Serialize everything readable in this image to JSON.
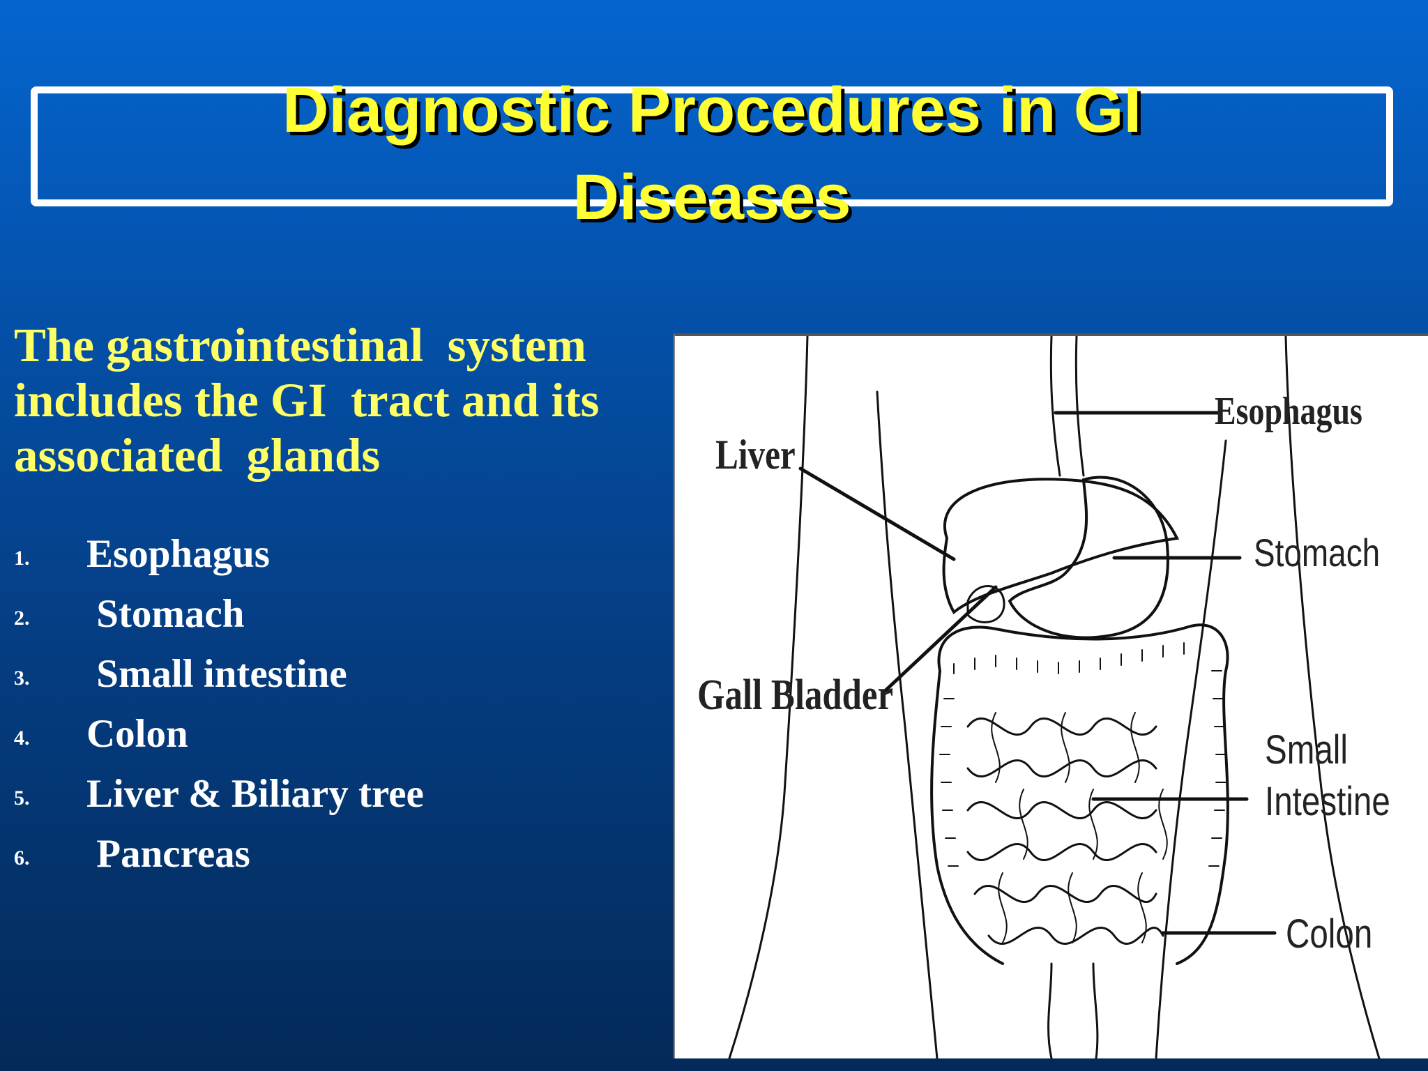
{
  "slide": {
    "title_line1": "Diagnostic Procedures in GI",
    "title_line2": "Diseases",
    "intro_line1": "The gastrointestinal  system",
    "intro_line2": "includes the GI  tract and its",
    "intro_line3": "associated  glands",
    "organs": [
      {
        "num": "1.",
        "label": "Esophagus"
      },
      {
        "num": "2.",
        "label": " Stomach"
      },
      {
        "num": "3.",
        "label": " Small intestine"
      },
      {
        "num": "4.",
        "label": "Colon"
      },
      {
        "num": "5.",
        "label": "Liver & Biliary tree"
      },
      {
        "num": "6.",
        "label": " Pancreas"
      }
    ]
  },
  "diagram": {
    "labels": {
      "liver": "Liver",
      "esophagus": "Esophagus",
      "stomach": "Stomach",
      "gall_bladder": "Gall Bladder",
      "small_intestine_line1": "Small",
      "small_intestine_line2": "Intestine",
      "colon": "Colon"
    }
  },
  "colors": {
    "background_top": "#0565cf",
    "background_bottom": "#032a59",
    "title": "#ffff33",
    "intro_text": "#ffff66",
    "list_text": "#ffffff",
    "title_frame": "#ffffff"
  }
}
